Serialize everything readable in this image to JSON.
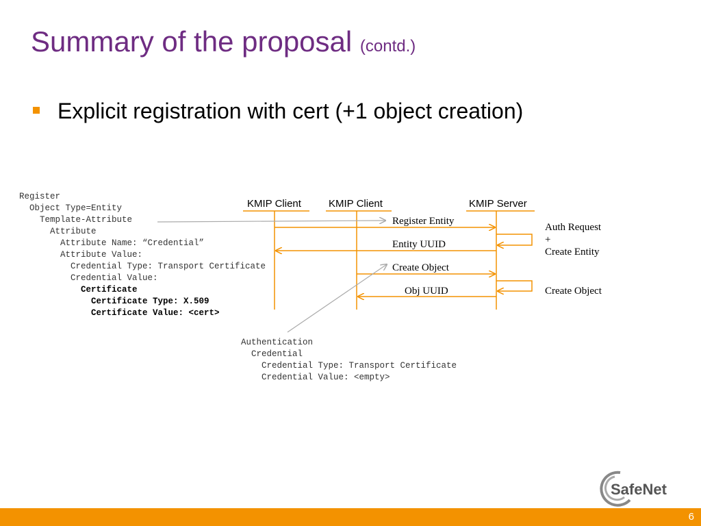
{
  "slide": {
    "title": "Summary of the proposal",
    "title_suffix": "(contd.)",
    "bullet": "Explicit registration with cert (+1 object creation)",
    "page_number": "6"
  },
  "register_block": {
    "line1": "Register",
    "line2": "  Object Type=Entity",
    "line3": "    Template-Attribute",
    "line4": "      Attribute",
    "line5": "        Attribute Name: “Credential”",
    "line6": "        Attribute Value:",
    "line7": "          Credential Type: Transport Certificate",
    "line8": "          Credential Value:",
    "line9": "            Certificate",
    "line10": "              Certificate Type: X.509",
    "line11": "              Certificate Value: <cert>"
  },
  "auth_block": {
    "line1": "Authentication",
    "line2": "  Credential",
    "line3": "    Credential Type: Transport Certificate",
    "line4": "    Credential Value: <empty>"
  },
  "diagram": {
    "participants": [
      "KMIP Client",
      "KMIP Client",
      "KMIP Server"
    ],
    "messages": [
      "Register Entity",
      "Entity UUID",
      "Create Object",
      "Obj UUID"
    ],
    "server_notes": {
      "note1_line1": "Auth Request",
      "note1_line2": "+",
      "note1_line3": "Create Entity",
      "note2": "Create Object"
    },
    "line_color": "#f39200",
    "pointer_color": "#aaaaaa"
  },
  "logo": {
    "text": "SafeNet"
  },
  "colors": {
    "title": "#6e2c82",
    "accent": "#f39200"
  }
}
